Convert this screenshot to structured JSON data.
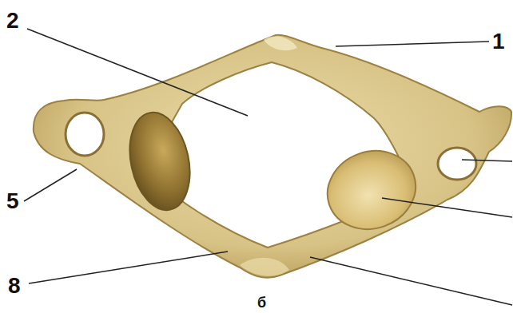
{
  "diagram": {
    "labels": [
      "2",
      "1",
      "5",
      "8",
      "б"
    ]
  }
}
